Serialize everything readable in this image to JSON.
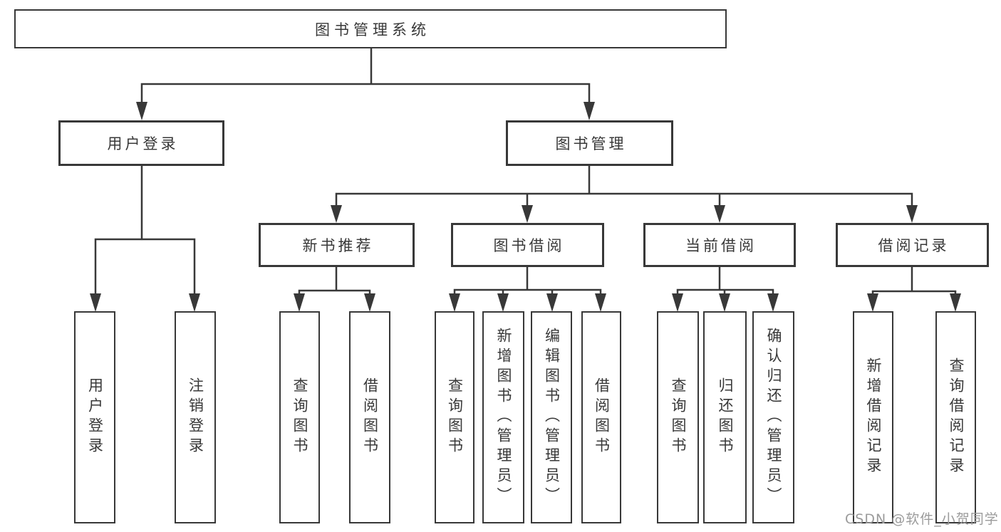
{
  "title": {
    "label": "图书管理系统"
  },
  "level2": [
    {
      "label": "用户登录"
    },
    {
      "label": "图书管理"
    }
  ],
  "level3": [
    {
      "label": "新书推荐",
      "parent": "图书管理"
    },
    {
      "label": "图书借阅",
      "parent": "图书管理"
    },
    {
      "label": "当前借阅",
      "parent": "图书管理"
    },
    {
      "label": "借阅记录",
      "parent": "图书管理"
    }
  ],
  "leaves": [
    {
      "label": "用户登录",
      "parent": "用户登录"
    },
    {
      "label": "注销登录",
      "parent": "用户登录"
    },
    {
      "label": "查询图书",
      "parent": "新书推荐"
    },
    {
      "label": "借阅图书",
      "parent": "新书推荐"
    },
    {
      "label": "查询图书",
      "parent": "图书借阅"
    },
    {
      "label": "新增图书（管理员）",
      "parent": "图书借阅"
    },
    {
      "label": "编辑图书（管理员）",
      "parent": "图书借阅"
    },
    {
      "label": "借阅图书",
      "parent": "图书借阅"
    },
    {
      "label": "查询图书",
      "parent": "当前借阅"
    },
    {
      "label": "归还图书",
      "parent": "当前借阅"
    },
    {
      "label": "确认归还（管理员）",
      "parent": "当前借阅"
    },
    {
      "label": "新增借阅记录",
      "parent": "借阅记录"
    },
    {
      "label": "查询借阅记录",
      "parent": "借阅记录"
    }
  ],
  "watermark": {
    "text": "CSDN @软件_小贺同学",
    "color": "#9b9b9b"
  },
  "colors": {
    "line": "#383838",
    "text": "#383838",
    "box_fill": "#ffffff",
    "background": "#ffffff"
  }
}
